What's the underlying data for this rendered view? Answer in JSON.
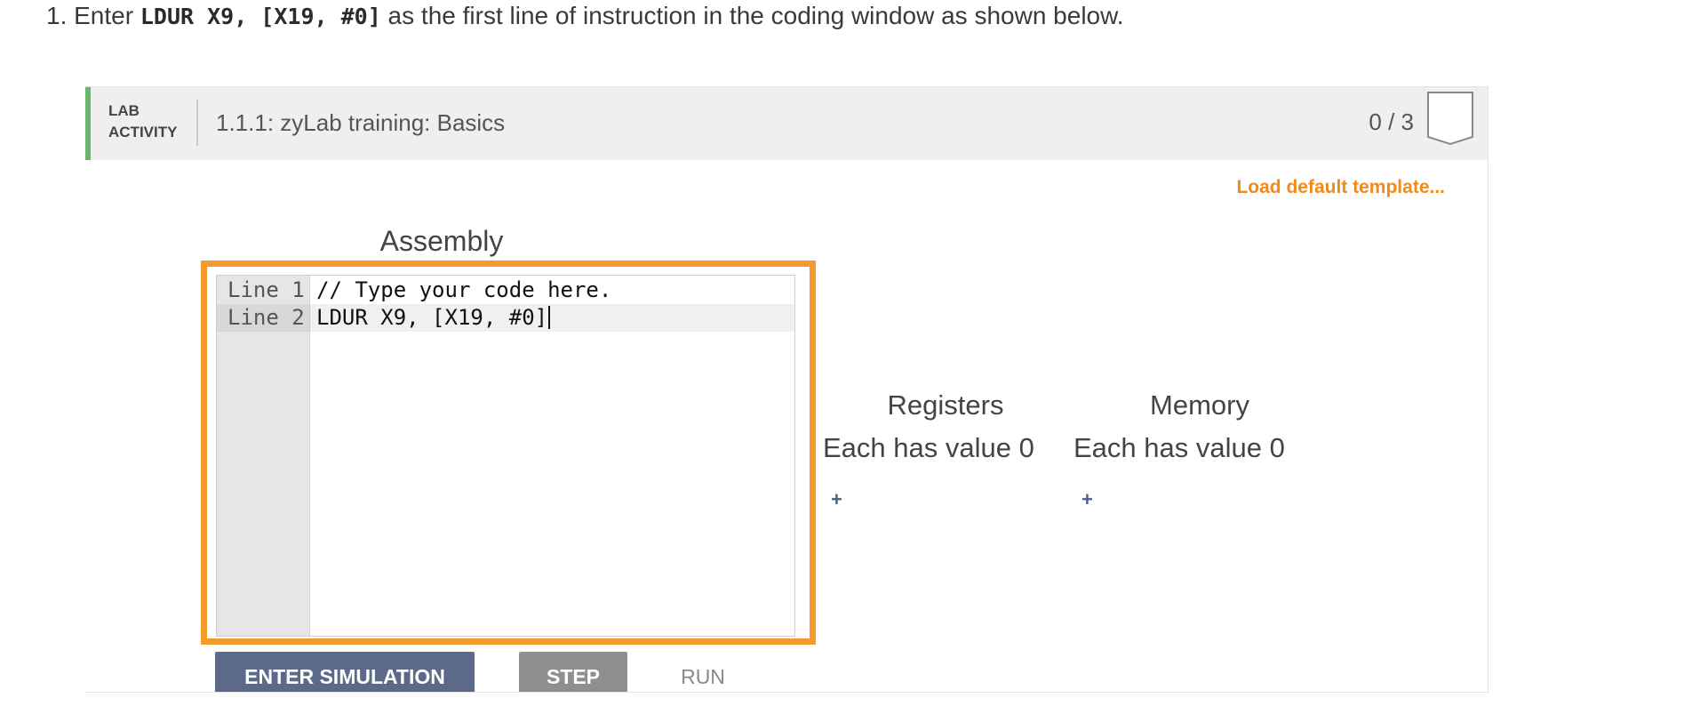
{
  "instruction": {
    "prefix": "1. Enter ",
    "code": "LDUR X9, [X19, #0]",
    "suffix": " as the first line of instruction in the coding window as shown below."
  },
  "activity": {
    "tag_line1": "LAB",
    "tag_line2": "ACTIVITY",
    "title": "1.1.1: zyLab training: Basics",
    "score": "0 / 3",
    "accent_color": "#6cb56d",
    "load_template_label": "Load default template..."
  },
  "editor": {
    "title": "Assembly",
    "highlight_color": "#f59a2c",
    "lines": [
      {
        "number": "Line 1",
        "text": "// Type your code here."
      },
      {
        "number": "Line 2",
        "text": "LDUR X9, [X19, #0]"
      }
    ]
  },
  "registers": {
    "title": "Registers",
    "subtitle": "Each has value 0",
    "add_label": "+"
  },
  "memory": {
    "title": "Memory",
    "subtitle": "Each has value 0",
    "add_label": "+"
  },
  "controls": {
    "enter_simulation": "ENTER SIMULATION",
    "step": "STEP",
    "run": "RUN"
  }
}
